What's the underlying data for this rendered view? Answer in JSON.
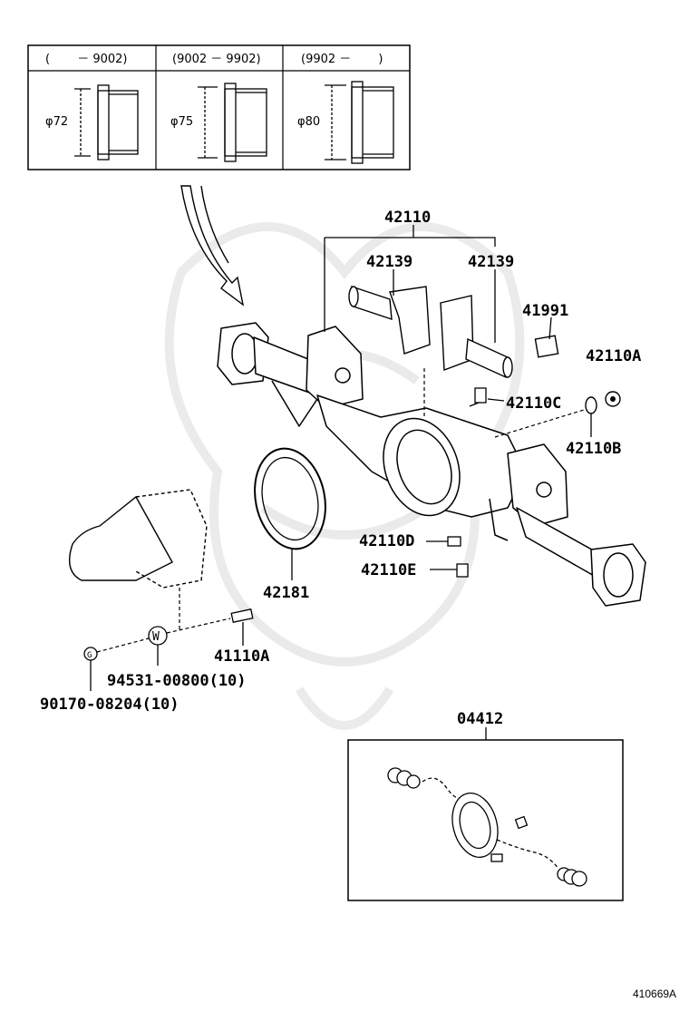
{
  "variants": [
    {
      "range": "(　　 － 9002)",
      "diameter": "φ72"
    },
    {
      "range": "(9002 － 9902)",
      "diameter": "φ75"
    },
    {
      "range": "(9902 － 　　)",
      "diameter": "φ80"
    }
  ],
  "parts": {
    "axle_housing": "42110",
    "shaft_left": "42139",
    "shaft_right": "42139",
    "plate": "41991",
    "plug_a": "42110A",
    "plug_b": "42110B",
    "plug_c": "42110C",
    "plug_d": "42110D",
    "plug_e": "42110E",
    "gasket": "42181",
    "stud": "41110A",
    "washer": "94531-00800(10)",
    "nut": "90170-08204(10)",
    "kit": "04412"
  },
  "callout_symbol": "W",
  "nut_symbol": "G",
  "reference": "410669A"
}
